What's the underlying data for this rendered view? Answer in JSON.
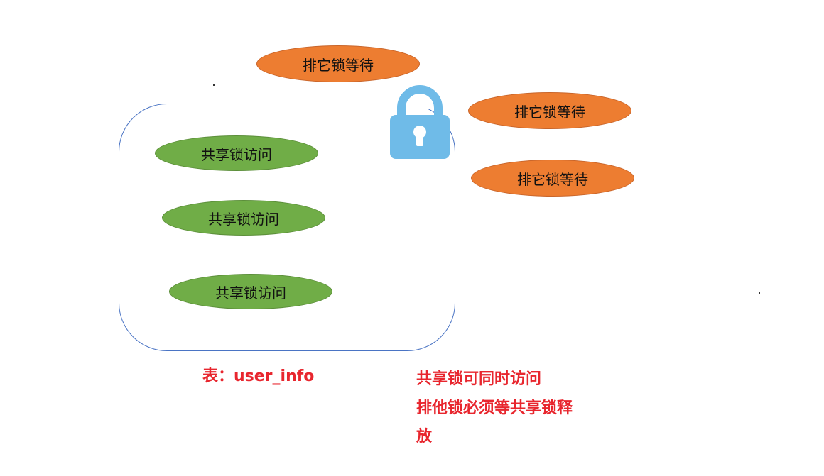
{
  "table": {
    "caption": "表：user_info"
  },
  "shared_locks": [
    {
      "label": "共享锁访问"
    },
    {
      "label": "共享锁访问"
    },
    {
      "label": "共享锁访问"
    }
  ],
  "exclusive_waits": [
    {
      "label": "排它锁等待"
    },
    {
      "label": "排它锁等待"
    },
    {
      "label": "排它锁等待"
    }
  ],
  "notes": {
    "line1": "共享锁可同时访问",
    "line2": "排他锁必须等共享锁释",
    "line3": "放"
  },
  "colors": {
    "shared": "#70ad47",
    "exclusive": "#ed7d31",
    "lock": "#6fbbe8",
    "box_border": "#4a74c4",
    "note_text": "#e8262e"
  },
  "icons": {
    "lock": "padlock-icon"
  }
}
